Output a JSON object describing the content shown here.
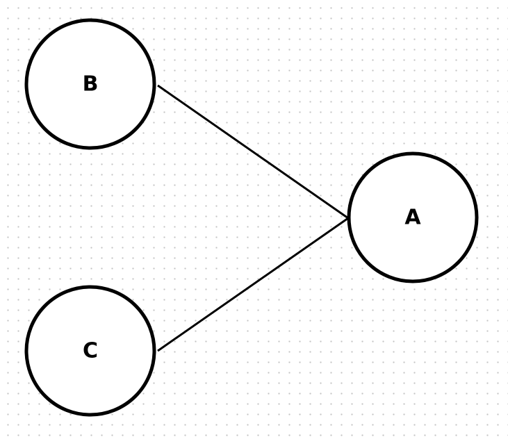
{
  "diagram": {
    "nodes": [
      {
        "id": "B",
        "label": "B"
      },
      {
        "id": "C",
        "label": "C"
      },
      {
        "id": "A",
        "label": "A"
      }
    ],
    "edges": [
      {
        "from": "B",
        "to": "A"
      },
      {
        "from": "C",
        "to": "A"
      }
    ]
  }
}
